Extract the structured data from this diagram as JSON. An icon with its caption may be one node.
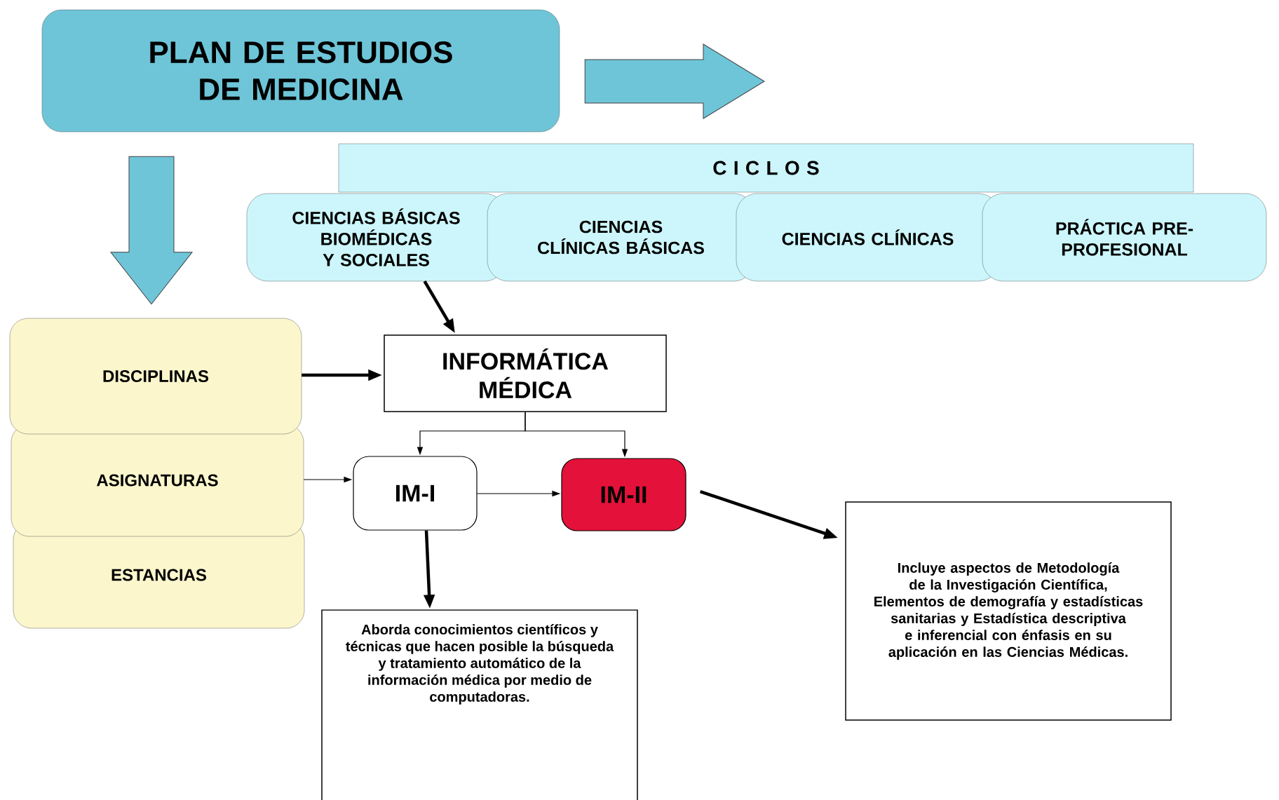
{
  "diagram": {
    "nodes": [
      {
        "text": [
          "PLAN DE ESTUDIOS DE MEDICINA"
        ]
      },
      {
        "text": [
          "C I C L O S"
        ]
      },
      {
        "text": [
          "CIENCIAS BÁSICAS BIOMÉDICAS Y SOCIALES"
        ]
      },
      {
        "text": [
          "CIENCIAS CLÍNICAS BÁSICAS"
        ]
      },
      {
        "text": [
          "CIENCIAS CLÍNICAS"
        ]
      },
      {
        "text": [
          "PRÁCTICA PRE-PROFESIONAL"
        ]
      },
      {
        "text": [
          "DISCIPLINAS"
        ]
      },
      {
        "text": [
          "ASIGNATURAS"
        ]
      },
      {
        "text": [
          "ESTANCIAS"
        ]
      },
      {
        "text": [
          "INFORMÁTICA MÉDICA"
        ]
      },
      {
        "text": [
          "IM-I"
        ]
      },
      {
        "text": [
          "IM-II"
        ]
      },
      {
        "text": [
          "Aborda conocimientos científicos y técnicas que hacen posible la búsqueda y tratamiento automático de la información médica por medio de computadoras."
        ]
      },
      {
        "text": [
          "Incluye aspectos de Metodología de la Investigación Científica, Elementos de demografía y estadísticas sanitarias y Estadística descriptiva e inferencial con énfasis en su aplicación en las Ciencias Médicas."
        ]
      }
    ],
    "edges": [
      {
        "from": 0,
        "to": null,
        "arrow": "to",
        "color": "#6ec5d8"
      },
      {
        "from": 0,
        "to": 6,
        "arrow": "to",
        "color": "#6ec5d8"
      },
      {
        "from": 2,
        "to": 9,
        "arrow": "to",
        "style": "thick"
      },
      {
        "from": 6,
        "to": 9,
        "arrow": "to",
        "style": "thick"
      },
      {
        "from": 9,
        "to": 10,
        "arrow": "to"
      },
      {
        "from": 9,
        "to": 11,
        "arrow": "to"
      },
      {
        "from": 7,
        "to": 10,
        "arrow": "to"
      },
      {
        "from": 10,
        "to": 11,
        "arrow": "to"
      },
      {
        "from": 10,
        "to": 12,
        "arrow": "to",
        "style": "thick"
      },
      {
        "from": 11,
        "to": 13,
        "arrow": "to",
        "style": "thick"
      }
    ]
  }
}
